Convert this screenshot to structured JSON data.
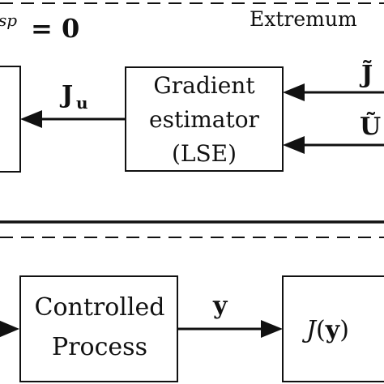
{
  "top_section": {
    "region_label": "Extremum",
    "setpoint_suffix": "= 0",
    "setpoint_super": "sp"
  },
  "gradient_estimator": {
    "line1": "Gradient",
    "line2": "estimator",
    "line3": "(LSE)"
  },
  "signals": {
    "ju": "J",
    "ju_sub": "u",
    "j_tilde": "J̃",
    "u_tilde": "Ũ",
    "y": "y"
  },
  "controlled_process": {
    "line1": "Controlled",
    "line2": "Process"
  },
  "cost_block": {
    "J": "J",
    "lparen": "(",
    "y": "y",
    "rparen": ")"
  }
}
